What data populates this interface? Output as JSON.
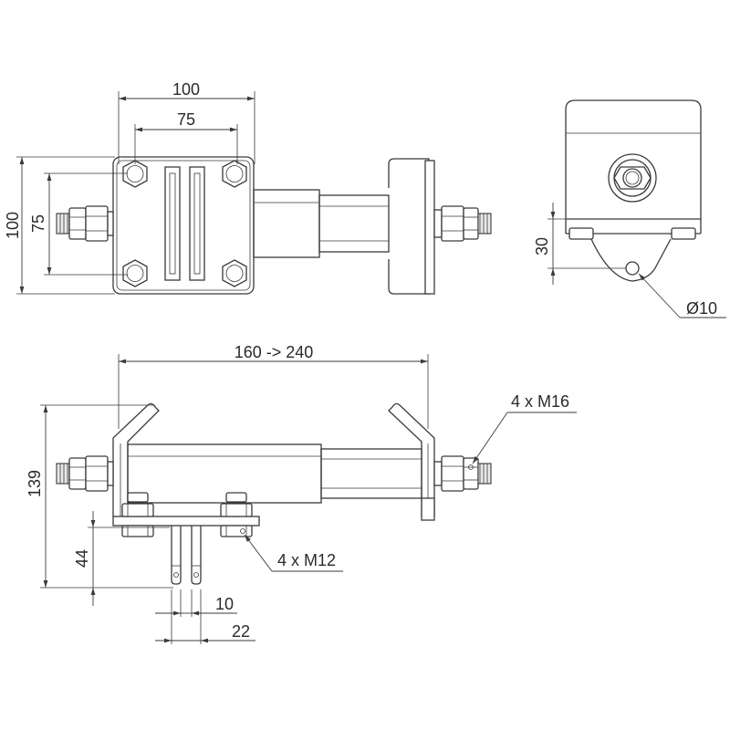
{
  "dimensions": {
    "top_width_outer": "100",
    "top_width_bolts": "75",
    "top_height_outer": "100",
    "top_height_bolts": "75",
    "side_offset": "30",
    "hole_diameter": "Ø10",
    "span": "160 -> 240",
    "total_height": "139",
    "tab_height": "44",
    "tab_width": "10",
    "tab_span": "22"
  },
  "callouts": {
    "bolts_m16": "4 x M16",
    "bolts_m12": "4 x M12"
  },
  "colors": {
    "line": "#3a3a3a",
    "background": "#ffffff"
  }
}
